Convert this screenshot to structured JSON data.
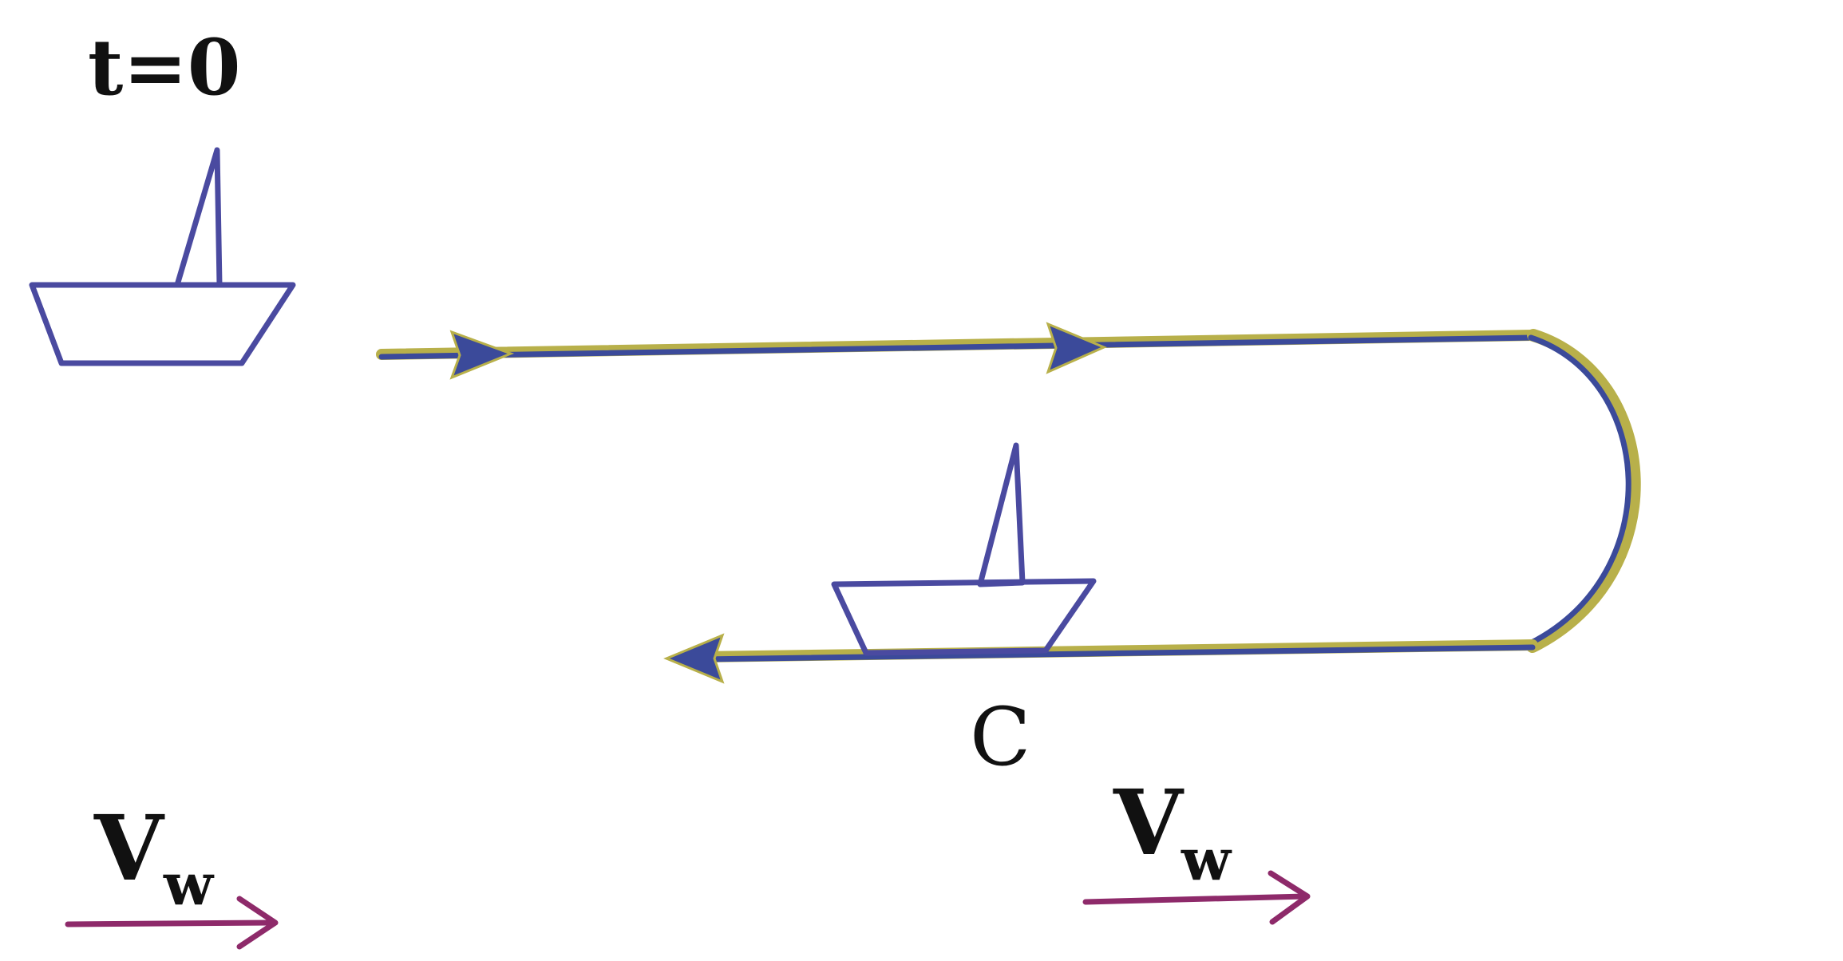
{
  "labels": {
    "time": "t=0",
    "point": "C",
    "water_velocity_left": "V",
    "water_velocity_left_sub": "w",
    "water_velocity_right": "V",
    "water_velocity_right_sub": "w"
  },
  "colors": {
    "path": "#3b4a9a",
    "path_highlight": "#b8b04a",
    "boat": "#4a4aa0",
    "velocity_arrow": "#8e2a6a",
    "text": "#111111",
    "background": "#ffffff"
  }
}
